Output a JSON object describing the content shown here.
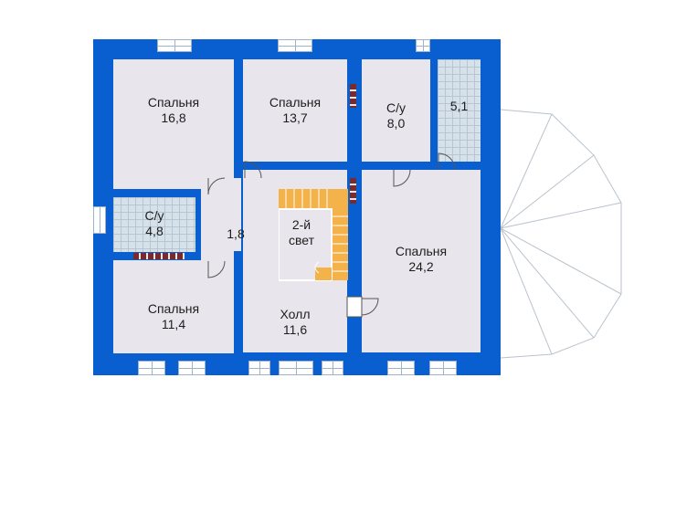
{
  "rooms": {
    "bedroom_nw": {
      "name": "Спальня",
      "area": "16,8"
    },
    "bedroom_n": {
      "name": "Спальня",
      "area": "13,7"
    },
    "bath_n": {
      "name": "С/у",
      "area": "8,0"
    },
    "shower": {
      "area": "5,1"
    },
    "bath_w": {
      "name": "С/у",
      "area": "4,8"
    },
    "corridor": {
      "area": "1,8"
    },
    "void": {
      "line1": "2-й",
      "line2": "свет"
    },
    "bedroom_e": {
      "name": "Спальня",
      "area": "24,2"
    },
    "bedroom_sw": {
      "name": "Спальня",
      "area": "11,4"
    },
    "hall": {
      "name": "Холл",
      "area": "11,6"
    }
  },
  "colors": {
    "wall": "#0a5fd0",
    "floor": "#e8e6ec",
    "tile": "#d7e1ea",
    "stair": "#f0a838",
    "partition": "#7b2a2a"
  }
}
